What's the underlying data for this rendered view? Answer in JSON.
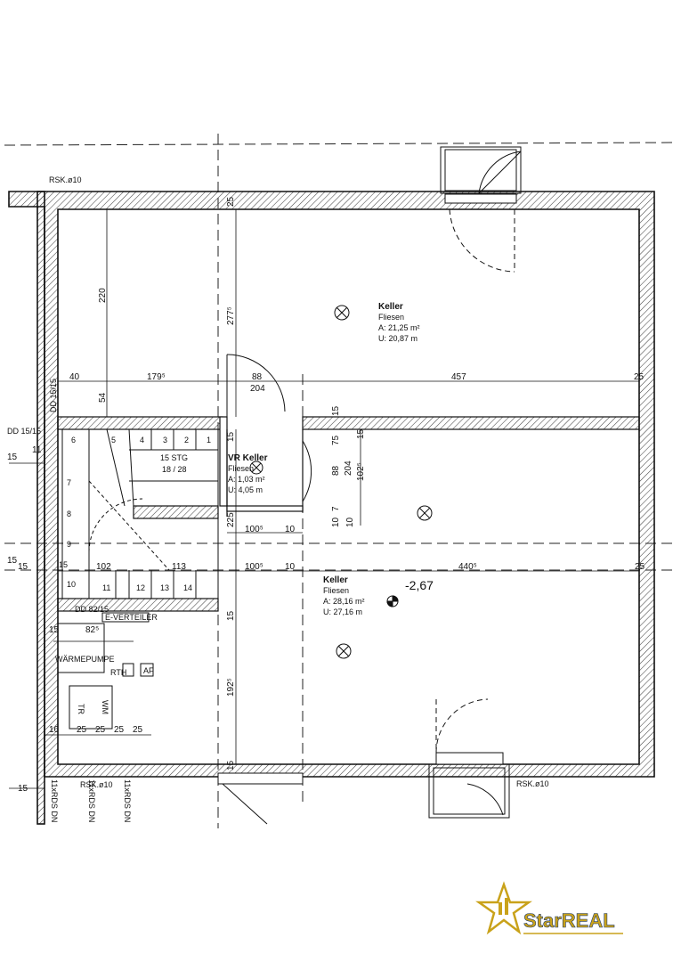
{
  "plan": {
    "rooms": [
      {
        "name": "Keller",
        "floor": "Fliesen",
        "area": "A: 21,25 m²",
        "perimeter": "U: 20,87 m"
      },
      {
        "name": "VR Keller",
        "floor": "Fliesen",
        "area": "A: 1,03 m²",
        "perimeter": "U: 4,05 m"
      },
      {
        "name": "Keller",
        "floor": "Fliesen",
        "area": "A: 28,16 m²",
        "perimeter": "U: 27,16 m"
      }
    ],
    "level": "-2,67",
    "stairs": {
      "count": "15 STG",
      "ratio": "18 / 28",
      "steps": [
        "1",
        "2",
        "3",
        "4",
        "5",
        "6",
        "7",
        "8",
        "9",
        "10",
        "11",
        "12",
        "13",
        "14",
        "15"
      ]
    },
    "labels": {
      "rsk_top": "RSK.ø10",
      "rsk_bottom_left": "RSK.ø10",
      "rsk_bottom_right": "RSK.ø10",
      "dd_top": "DD 15/15",
      "dd_left": "DD 15/15",
      "dd_mid": "DD 82/15",
      "e_verteiler": "E-VERTEILER",
      "waermepumpe": "WÄRMEPUMPE",
      "tr": "TR",
      "wm": "WM",
      "rth": "RTH",
      "af": "AF",
      "rds": [
        "11xRDS DN",
        "11xRDS DN",
        "11xRDS DN"
      ]
    },
    "dimensions": {
      "d220": "220",
      "d2775": "277⁵",
      "d40": "40",
      "d1795": "179⁵",
      "d88": "88",
      "d204": "204",
      "d457": "457",
      "d25a": "25",
      "d25b": "25",
      "d25c": "25",
      "d54": "54",
      "d15a": "15",
      "d15b": "15",
      "d15c": "15",
      "d15d": "15",
      "d75": "75",
      "d88b": "88",
      "d204b": "204",
      "d1025": "102⁵",
      "d225": "225",
      "d1005a": "100⁵",
      "d10a": "10",
      "d7": "7",
      "d10b": "10",
      "d10c": "10",
      "d102": "102",
      "d113": "113",
      "d1005b": "100⁵",
      "d10d": "10",
      "d4405": "440⁵",
      "d15e": "15",
      "d15f": "15",
      "d825": "82⁵",
      "d15g": "15",
      "d1925": "192⁵",
      "d16": "16",
      "d25s": [
        "25",
        "25",
        "25",
        "25"
      ],
      "d15h": "15",
      "d15i": "15",
      "d15j": "15",
      "d11": "11"
    }
  },
  "brand": {
    "name": "StarREAL",
    "gold": "#c9a21a",
    "navy": "#1f3a6b"
  },
  "colors": {
    "line": "#111111",
    "wall_hatch": "#555555"
  }
}
